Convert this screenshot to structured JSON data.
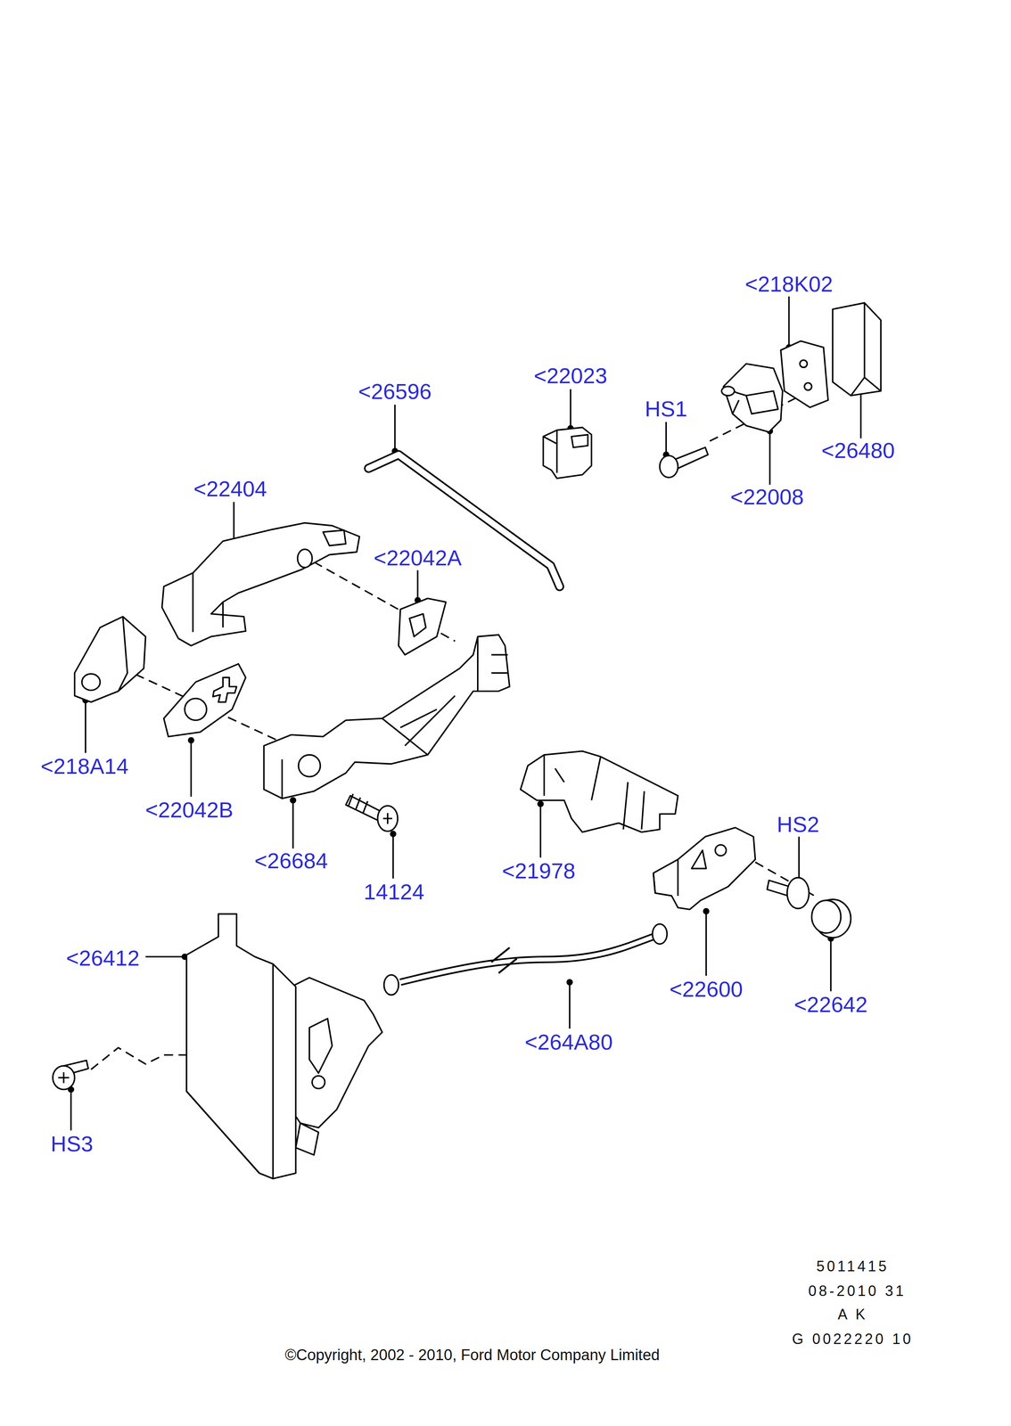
{
  "diagram": {
    "labels": [
      "<218K02",
      "<22023",
      "<26596",
      "HS1",
      "<26480",
      "<22404",
      "<22008",
      "<22042A",
      "<218A14",
      "<22042B",
      "HS2",
      "<26684",
      "<21978",
      "14124",
      "<26412",
      "<22600",
      "<22642",
      "<264A80",
      "HS3",
      "5011415",
      "08-2010 31",
      "A K",
      "G 0022220 10",
      "©Copyright, 2002 - 2010, Ford Motor Company Limited"
    ]
  }
}
